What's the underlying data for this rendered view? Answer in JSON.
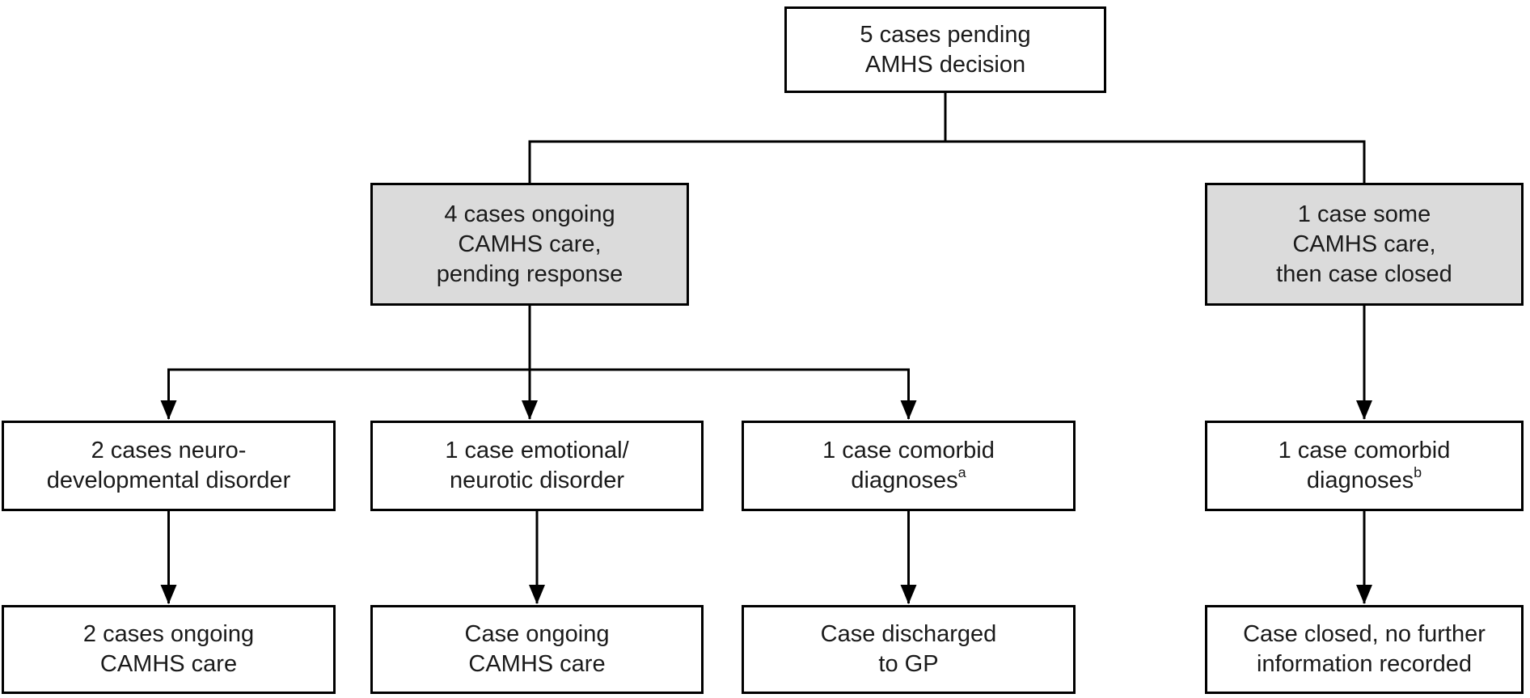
{
  "diagram": {
    "type": "flowchart",
    "colors": {
      "background": "#ffffff",
      "node_fill": "#ffffff",
      "branch_node_fill": "#dbdbdb",
      "border": "#000000",
      "line": "#000000",
      "text": "#1a1a1a"
    },
    "nodes": {
      "root": {
        "line1": "5 cases pending",
        "line2": "AMHS decision"
      },
      "branch_left": {
        "line1": "4 cases ongoing",
        "line2": "CAMHS care,",
        "line3": "pending response"
      },
      "branch_right": {
        "line1": "1 case some",
        "line2": "CAMHS care,",
        "line3": "then case closed"
      },
      "neuro": {
        "line1": "2 cases neuro-",
        "line2": "developmental disorder"
      },
      "emotional": {
        "line1": "1 case emotional/",
        "line2": "neurotic disorder"
      },
      "comorbid_a": {
        "line1": "1 case comorbid",
        "line2": "diagnoses",
        "superscript": "a"
      },
      "comorbid_b": {
        "line1": "1 case comorbid",
        "line2": "diagnoses",
        "superscript": "b"
      },
      "outcome_neuro": {
        "line1": "2 cases ongoing",
        "line2": "CAMHS care"
      },
      "outcome_emotional": {
        "line1": "Case ongoing",
        "line2": "CAMHS care"
      },
      "outcome_comorbid_a": {
        "line1": "Case discharged",
        "line2": "to GP"
      },
      "outcome_comorbid_b": {
        "line1": "Case closed, no further",
        "line2": "information recorded"
      }
    }
  }
}
